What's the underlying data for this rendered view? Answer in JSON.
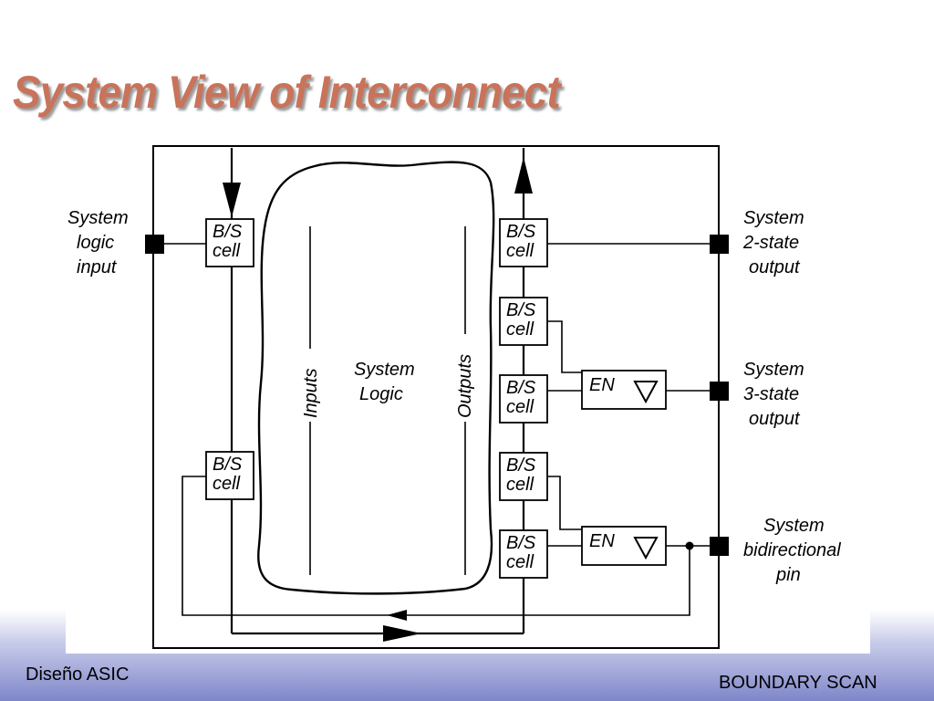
{
  "slide": {
    "title": "System View of Interconnect",
    "footer_left": "Diseño ASIC",
    "footer_right": "BOUNDARY SCAN"
  },
  "diagram": {
    "cell_label_top": "B/S",
    "cell_label_bottom": "cell",
    "enable_label": "EN",
    "buffer_icon": "triangle-down-icon",
    "core": {
      "line1": "System",
      "line2": "Logic",
      "inputs_label": "Inputs",
      "outputs_label": "Outputs"
    },
    "pins": {
      "logic_input": [
        "System",
        "logic",
        "input"
      ],
      "two_state_output": [
        "System",
        "2-state",
        "output"
      ],
      "three_state_output": [
        "System",
        "3-state",
        "output"
      ],
      "bidirectional_pin": [
        "System",
        "bidirectional",
        "pin"
      ]
    }
  }
}
